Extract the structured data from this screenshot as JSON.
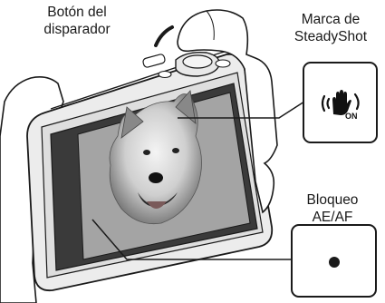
{
  "labels": {
    "shutter": {
      "line1": "Botón del",
      "line2": "disparador"
    },
    "steadyshot": {
      "line1": "Marca de",
      "line2": "SteadyShot"
    },
    "aeaf": {
      "line1": "Bloqueo",
      "line2": "AE/AF"
    }
  },
  "icons": {
    "steadyshot": "hand-shake-icon",
    "steadyshot_badge": "ON",
    "aeaf": "dot-icon"
  },
  "colors": {
    "line": "#1a1a1a",
    "screen_bg": "#d6d6d6",
    "photo_bg": "#9a9a9a"
  }
}
